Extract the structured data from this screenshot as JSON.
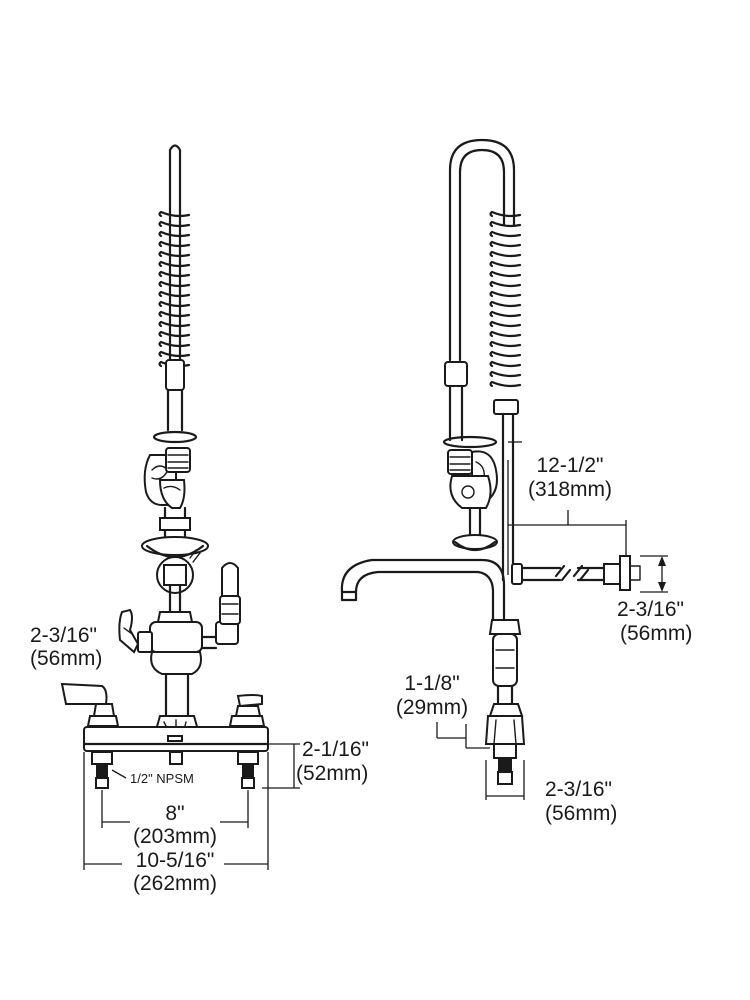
{
  "front_view": {
    "handle_height_in": "2-3/16\"",
    "handle_height_mm": "(56mm)",
    "thread_label": "1/2\" NPSM",
    "deck_height_in": "2-1/16\"",
    "deck_height_mm": "(52mm)",
    "center_spacing_in": "8\"",
    "center_spacing_mm": "(203mm)",
    "deck_width_in": "10-5/16\"",
    "deck_width_mm": "(262mm)"
  },
  "side_view": {
    "reach_in": "12-1/2\"",
    "reach_mm": "(318mm)",
    "spout_end_in": "2-3/16\"",
    "spout_end_mm": "(56mm)",
    "body_offset_in": "1-1/8\"",
    "body_offset_mm": "(29mm)",
    "base_depth_in": "2-3/16\"",
    "base_depth_mm": "(56mm)"
  }
}
